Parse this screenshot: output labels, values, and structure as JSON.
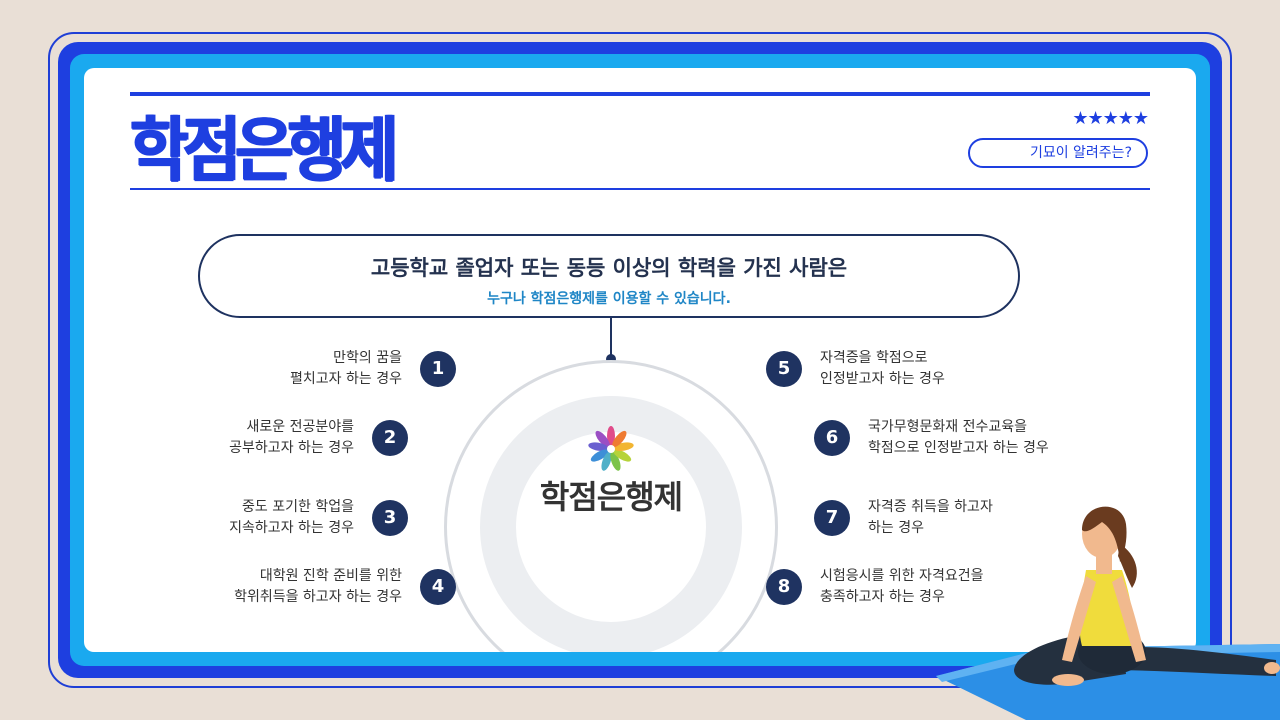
{
  "header": {
    "title": "학점은행제",
    "stars": "★★★★★",
    "pill_label": "기묘이 알려주는?"
  },
  "callout": {
    "main": "고등학교 졸업자 또는 동등 이상의 학력을 가진 사람은",
    "sub": "누구나 학점은행제를 이용할 수 있습니다."
  },
  "center": {
    "logo_text": "학점은행제"
  },
  "items": [
    {
      "num": "1",
      "line1": "만학의 꿈을",
      "line2": "펼치고자 하는 경우"
    },
    {
      "num": "2",
      "line1": "새로운 전공분야를",
      "line2": "공부하고자 하는 경우"
    },
    {
      "num": "3",
      "line1": "중도 포기한 학업을",
      "line2": "지속하고자 하는 경우"
    },
    {
      "num": "4",
      "line1": "대학원 진학 준비를 위한",
      "line2": "학위취득을 하고자 하는 경우"
    },
    {
      "num": "5",
      "line1": "자격증을 학점으로",
      "line2": "인정받고자 하는 경우"
    },
    {
      "num": "6",
      "line1": "국가무형문화재 전수교육을",
      "line2": "학점으로 인정받고자 하는 경우"
    },
    {
      "num": "7",
      "line1": "자격증 취득을 하고자",
      "line2": "하는 경우"
    },
    {
      "num": "8",
      "line1": "시험응시를 위한 자격요건을",
      "line2": "충족하고자 하는 경우"
    }
  ],
  "colors": {
    "brand_blue": "#1e3fe0",
    "cyan": "#1aa9ef",
    "navy": "#1f3361",
    "sub_blue": "#1f86c6"
  }
}
